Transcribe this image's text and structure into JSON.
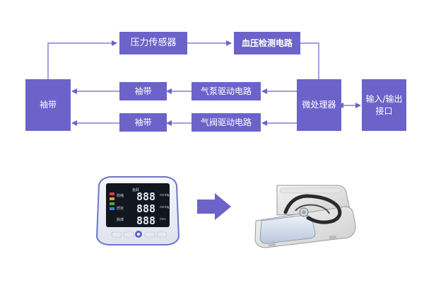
{
  "diagram": {
    "nodes": {
      "cuff_main": "袖带",
      "pressure_sensor": "压力传感器",
      "bp_detect_circuit": "血压检测电路",
      "cuff_a": "袖带",
      "pump_driver": "气泵驱动电路",
      "cuff_b": "袖带",
      "valve_driver": "气阀驱动电路",
      "microprocessor": "微处理器",
      "io_line1": "输入/输出",
      "io_line2": "接口"
    },
    "colors": {
      "box": "#6b63c9",
      "arrow_big": "#6b63c9",
      "line": "#6b63c9"
    }
  },
  "monitor": {
    "brand": "鱼跃",
    "readouts": [
      "888",
      "888",
      "888"
    ],
    "side_labels_left": [
      "收缩",
      "舒张",
      "脉搏"
    ],
    "side_labels_right": [
      "mmHg",
      "mmHg",
      "/min"
    ]
  }
}
